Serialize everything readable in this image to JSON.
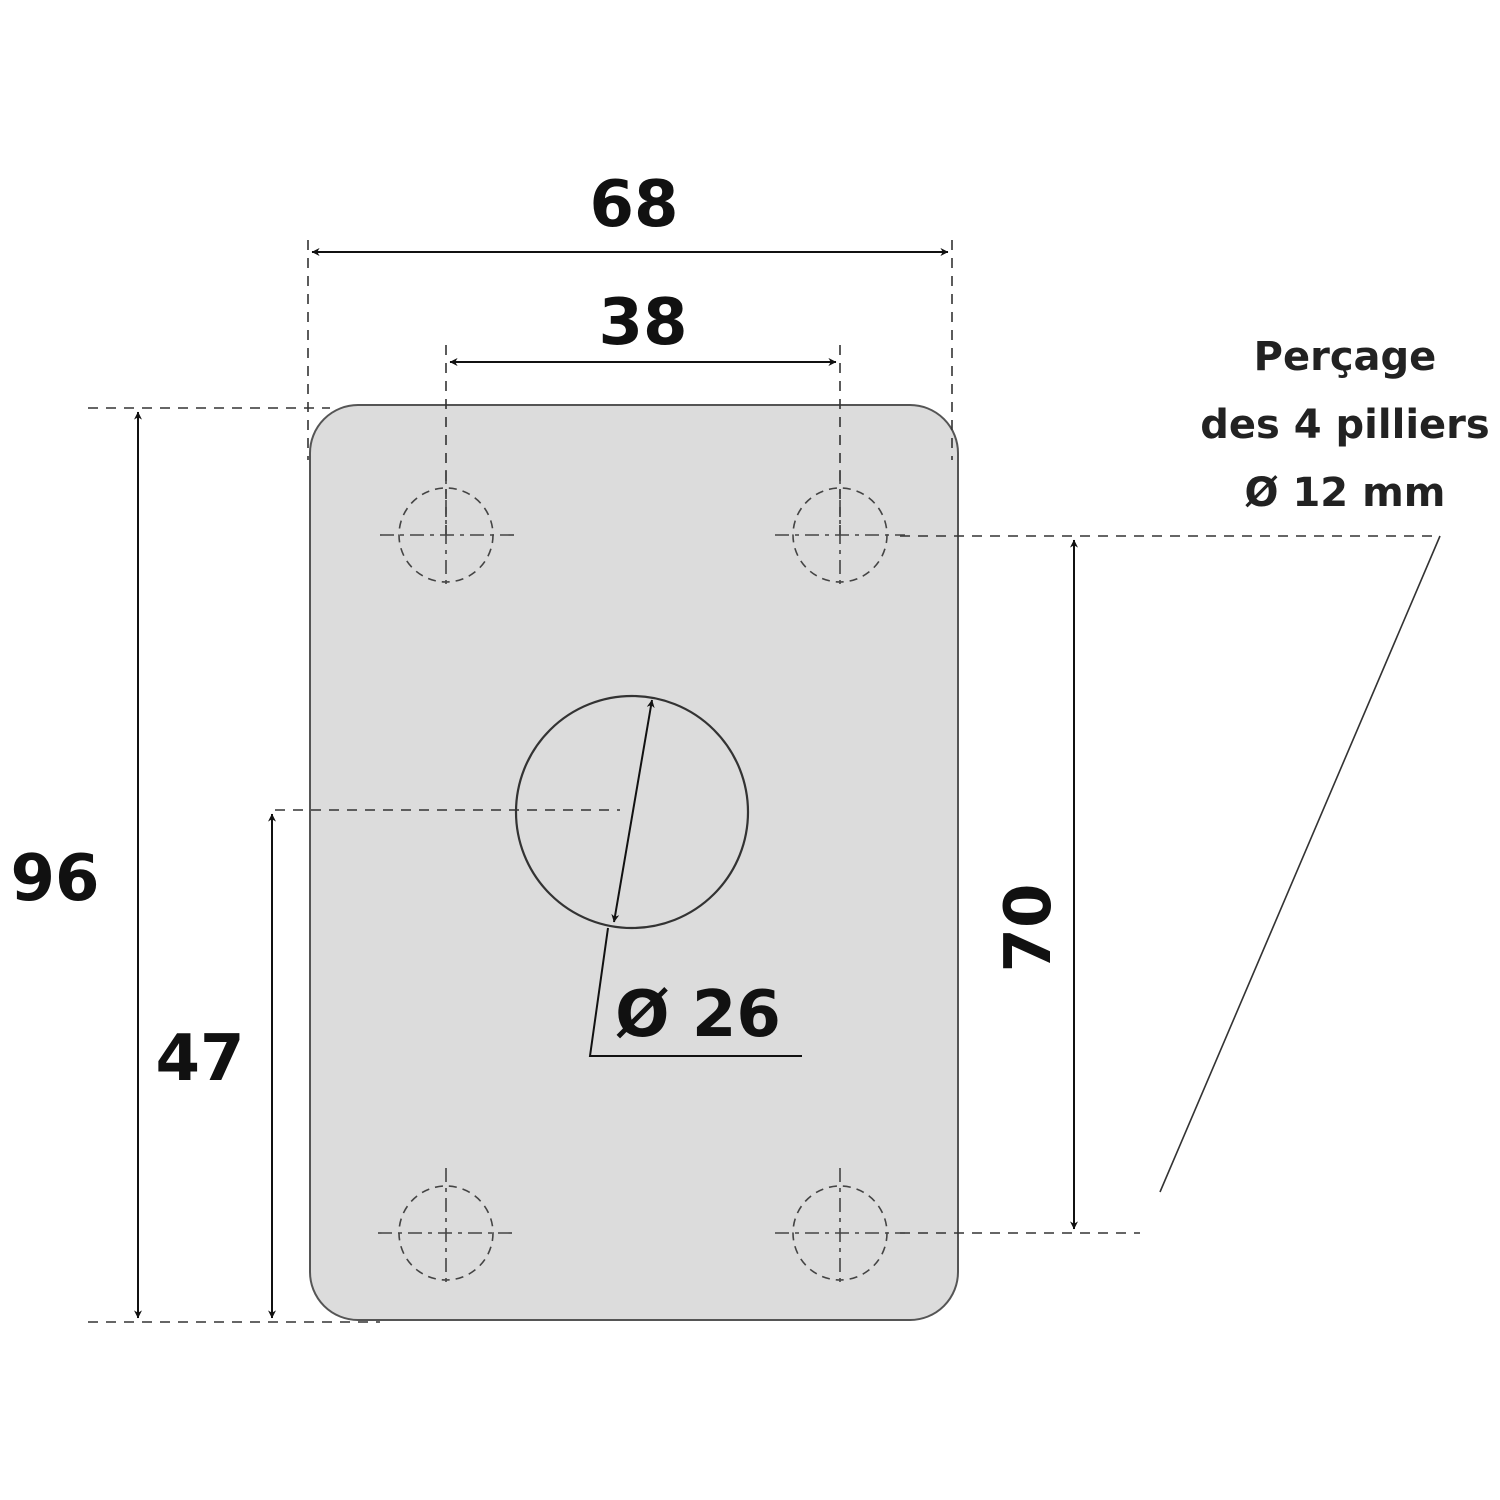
{
  "dimensions": {
    "plate_width": "68",
    "hole_spacing_x": "38",
    "plate_height": "96",
    "center_height": "47",
    "hole_spacing_y": "70",
    "center_hole_diameter": "Ø 26"
  },
  "note": {
    "line1": "Perçage",
    "line2": "des 4 pilliers",
    "line3": "Ø 12 mm"
  },
  "colors": {
    "plate_fill": "#dcdcdc",
    "line": "#111111",
    "dashed": "#333333"
  }
}
